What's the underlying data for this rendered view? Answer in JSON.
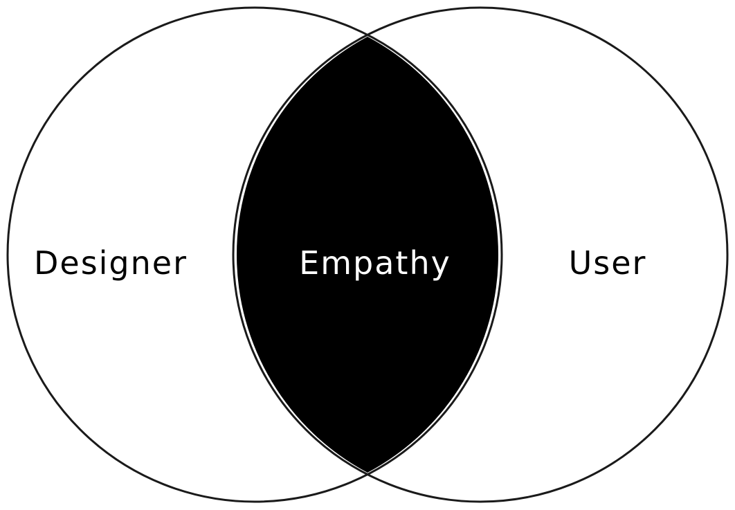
{
  "diagram": {
    "left_circle_label": "Designer",
    "right_circle_label": "User",
    "intersection_label": "Empathy"
  },
  "colors": {
    "background": "#ffffff",
    "outline": "#1a1a1a",
    "intersection_fill": "#000000",
    "label_text": "#000000",
    "intersection_text": "#ffffff"
  }
}
